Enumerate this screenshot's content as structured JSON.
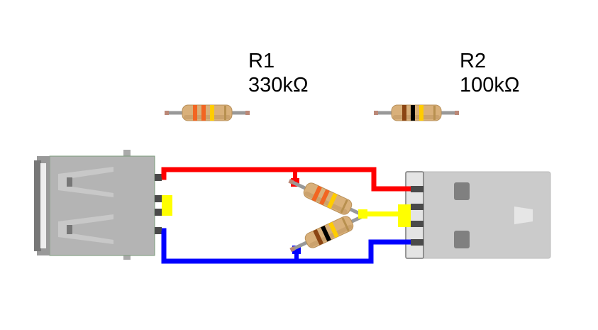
{
  "components": {
    "r1": {
      "name": "R1",
      "value": "330kΩ",
      "bands": [
        "#f26522",
        "#f26522",
        "#ffcc00"
      ]
    },
    "r2": {
      "name": "R2",
      "value": "100kΩ",
      "bands": [
        "#8b4513",
        "#000000",
        "#ffcc00"
      ]
    }
  },
  "colors": {
    "wire_vcc": "#ff0000",
    "wire_gnd": "#0000ff",
    "wire_data": "#ffff00",
    "resistor_body": "#d9b07a"
  }
}
